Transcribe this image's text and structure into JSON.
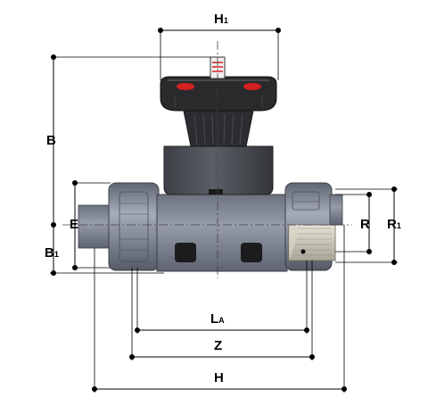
{
  "dimensions": {
    "h1": {
      "main": "H",
      "sub": "1"
    },
    "b": {
      "main": "B"
    },
    "e": {
      "main": "E"
    },
    "b1": {
      "main": "B",
      "sub": "1"
    },
    "r": {
      "main": "R"
    },
    "r1": {
      "main": "R",
      "sub": "1"
    },
    "la": {
      "main": "L",
      "sub": "A"
    },
    "z": {
      "main": "Z"
    },
    "h": {
      "main": "H"
    }
  },
  "colors": {
    "pvc_gray": "#7e8594",
    "pvc_dark": "#555b66",
    "handwheel": "#2a2a2a",
    "indicator_red": "#d42020",
    "brass": "#c8c5b8"
  }
}
